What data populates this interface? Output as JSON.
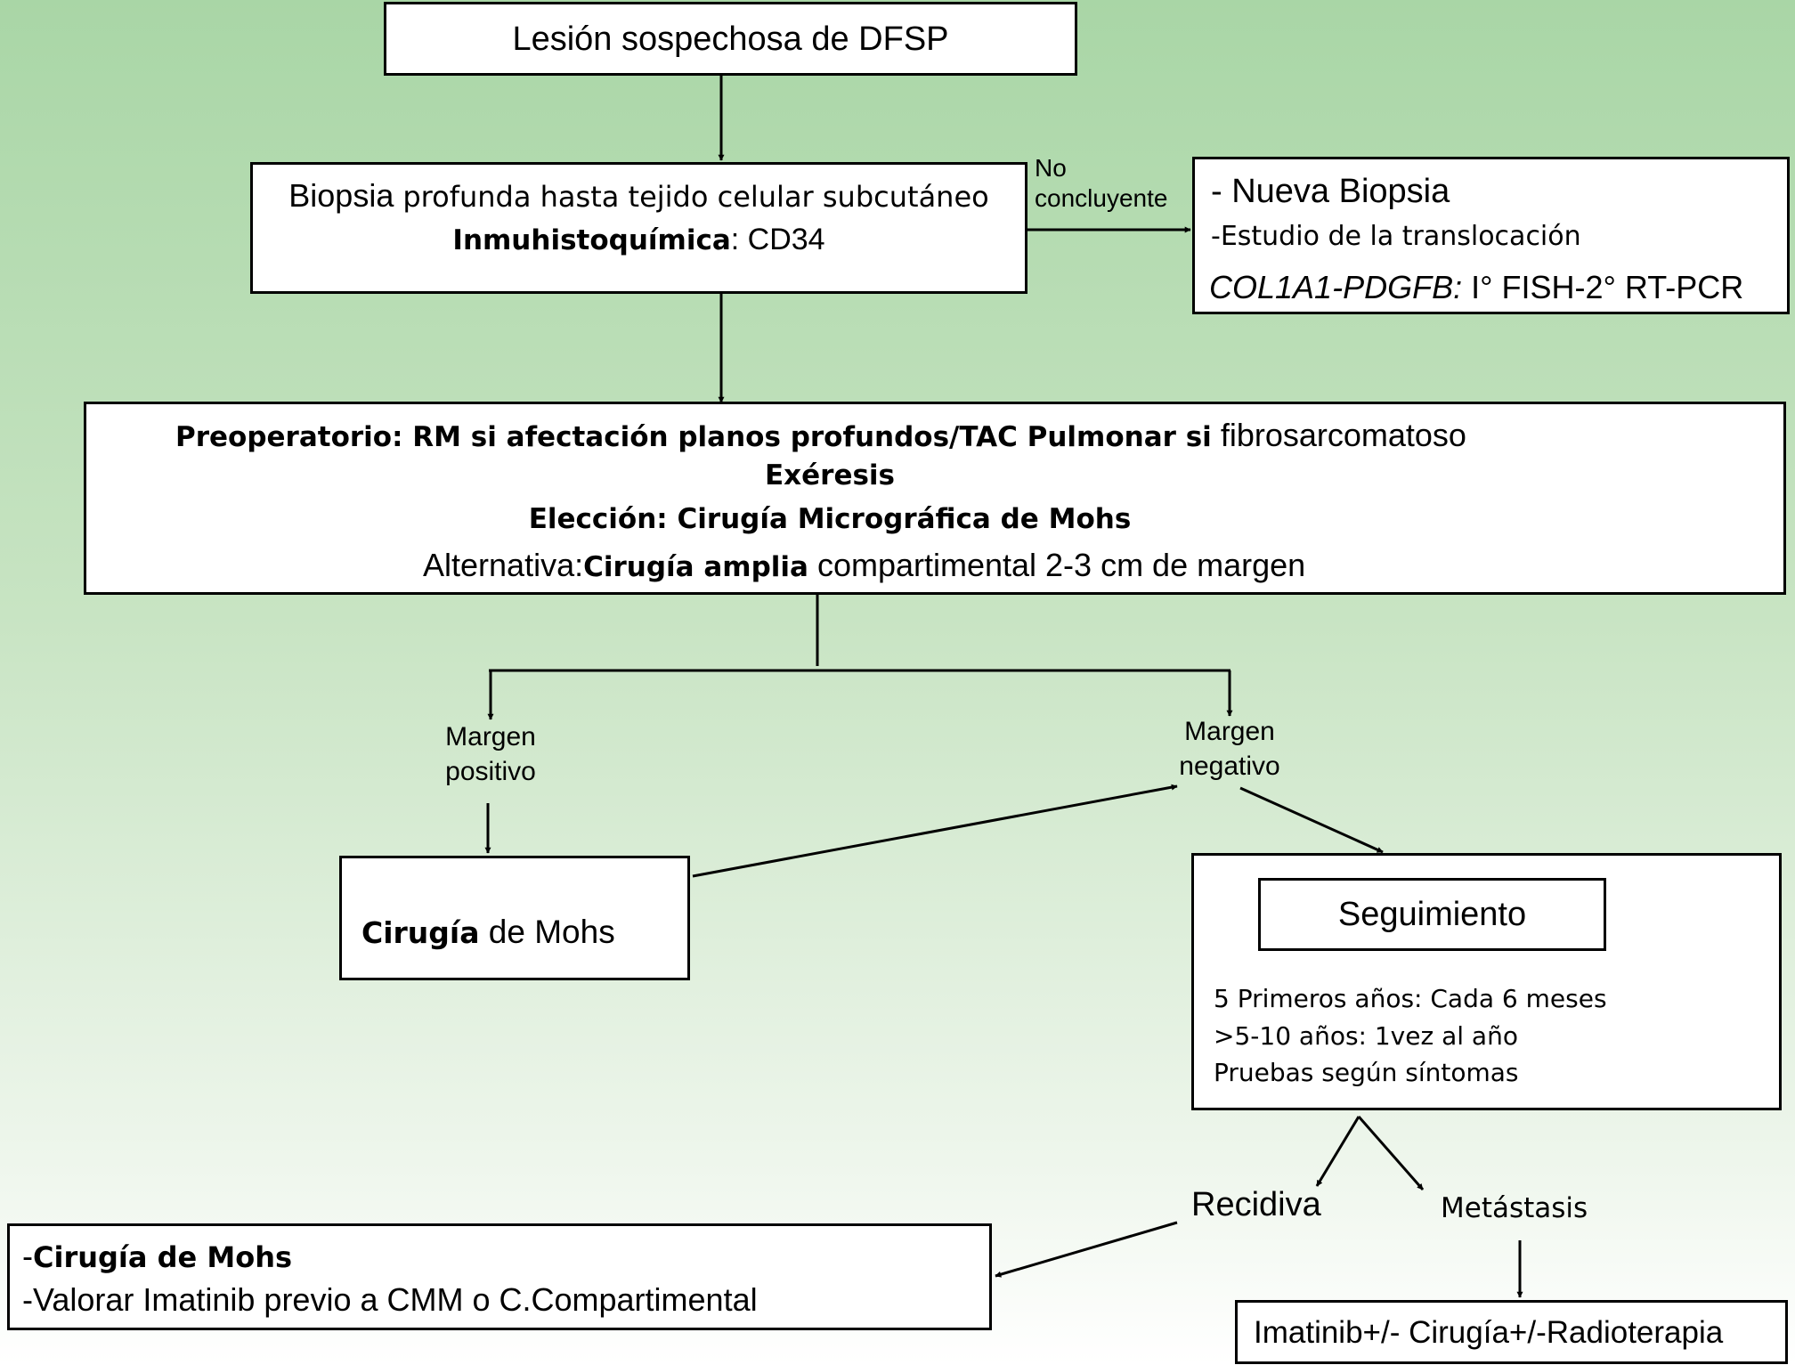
{
  "start": {
    "label": "Lesión sospechosa de DFSP"
  },
  "biopsy": {
    "line1_a": "Biopsia",
    "line1_b": "profunda hasta tejido celular subcutáneo",
    "line2_bold": "Inmuhistoquímica",
    "line2_rest": ": CD34"
  },
  "edge_no_concluyente": {
    "line1": "No",
    "line2": "concluyente"
  },
  "new_biopsy": {
    "line1": "- Nueva Biopsia",
    "line2": "-Estudio de la translocación",
    "line3_italic": "COL1A1-PDGFB:",
    "line3_rest": " I° FISH-2° RT-PCR"
  },
  "preop": {
    "line1_bold": "Preoperatorio: RM si afectación planos profundos/TAC Pulmonar si",
    "line1_rest": " fibrosarcomatoso",
    "line2_bold": "Exéresis",
    "line3_bold": "Elección: Cirugía Micrográfica de Mohs",
    "line4_a": "Alternativa:",
    "line4_bold": "Cirugía amplia",
    "line4_rest": " compartimental 2-3 cm de margen"
  },
  "margin_positive": {
    "line1": "Margen",
    "line2": "positivo"
  },
  "margin_negative": {
    "line1": "Margen",
    "line2": "negativo"
  },
  "mohs": {
    "bold": "Cirugía",
    "rest": " de Mohs"
  },
  "followup": {
    "title": "Seguimiento",
    "line1": "5 Primeros años: Cada  6 meses",
    "line2": ">5-10  años: 1vez al año",
    "line3": "Pruebas según síntomas"
  },
  "recurrence": {
    "label": "Recidiva"
  },
  "metastasis": {
    "label": "Metástasis"
  },
  "recurrence_box": {
    "line1_dash": "-",
    "line1_bold": "Cirugía de Mohs",
    "line2": "-Valorar Imatinib previo a CMM o C.Compartimental"
  },
  "metastasis_box": {
    "label": "Imatinib+/- Cirugía+/-Radioterapia"
  }
}
